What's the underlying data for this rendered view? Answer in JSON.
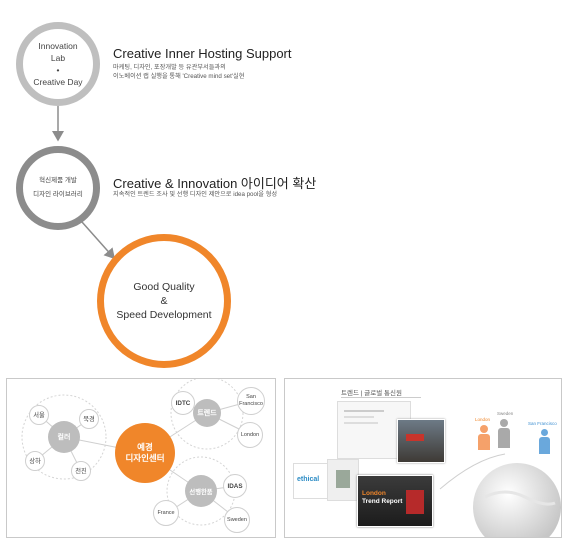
{
  "top": {
    "circle1": {
      "line1": "Innovation",
      "line2": "Lab",
      "line3": "•",
      "line4": "Creative Day"
    },
    "circle2": {
      "line1": "혁신제품 개발",
      "line2": "디자인 라이브러리"
    },
    "circle3": {
      "line1": "Good Quality",
      "line2": "&",
      "line3": "Speed Development"
    },
    "heading1": "Creative Inner Hosting Support",
    "sub1_line1": "마케팅, 디자인, 포장개발 등 유관부서들과의",
    "sub1_line2": "이노베이션 랩 실행을 통해 'Creative mind set'실현",
    "heading2": "Creative & Innovation 아이디어 확산",
    "sub2_line1": "지속적인 트렌드 조사 및 선행 디자인 제안으로 idea pool을 형성"
  },
  "left_panel": {
    "center": {
      "line1": "예경",
      "line2": "디자인센터"
    },
    "group_left": {
      "hub": "컬러",
      "items": [
        "서울",
        "북경",
        "상하",
        "천진"
      ]
    },
    "group_top": {
      "hub": "트렌드",
      "items": [
        "IDTC",
        "San Francisco",
        "London"
      ]
    },
    "group_bottom": {
      "hub": "선행한품",
      "items": [
        "IDAS",
        "France",
        "Sweden"
      ]
    }
  },
  "right_panel": {
    "title": "트렌드 | 글로벌 통신원",
    "tag1": "ethical",
    "report_line1": "London",
    "report_line2": "Trend Report",
    "fig_labels": [
      "London",
      "Sweden",
      "San Francisco"
    ]
  },
  "colors": {
    "orange": "#f0862a",
    "grey_light": "#bfbfbf",
    "grey_dark": "#8c8c8c",
    "grey_hub": "#bdbdbd"
  }
}
